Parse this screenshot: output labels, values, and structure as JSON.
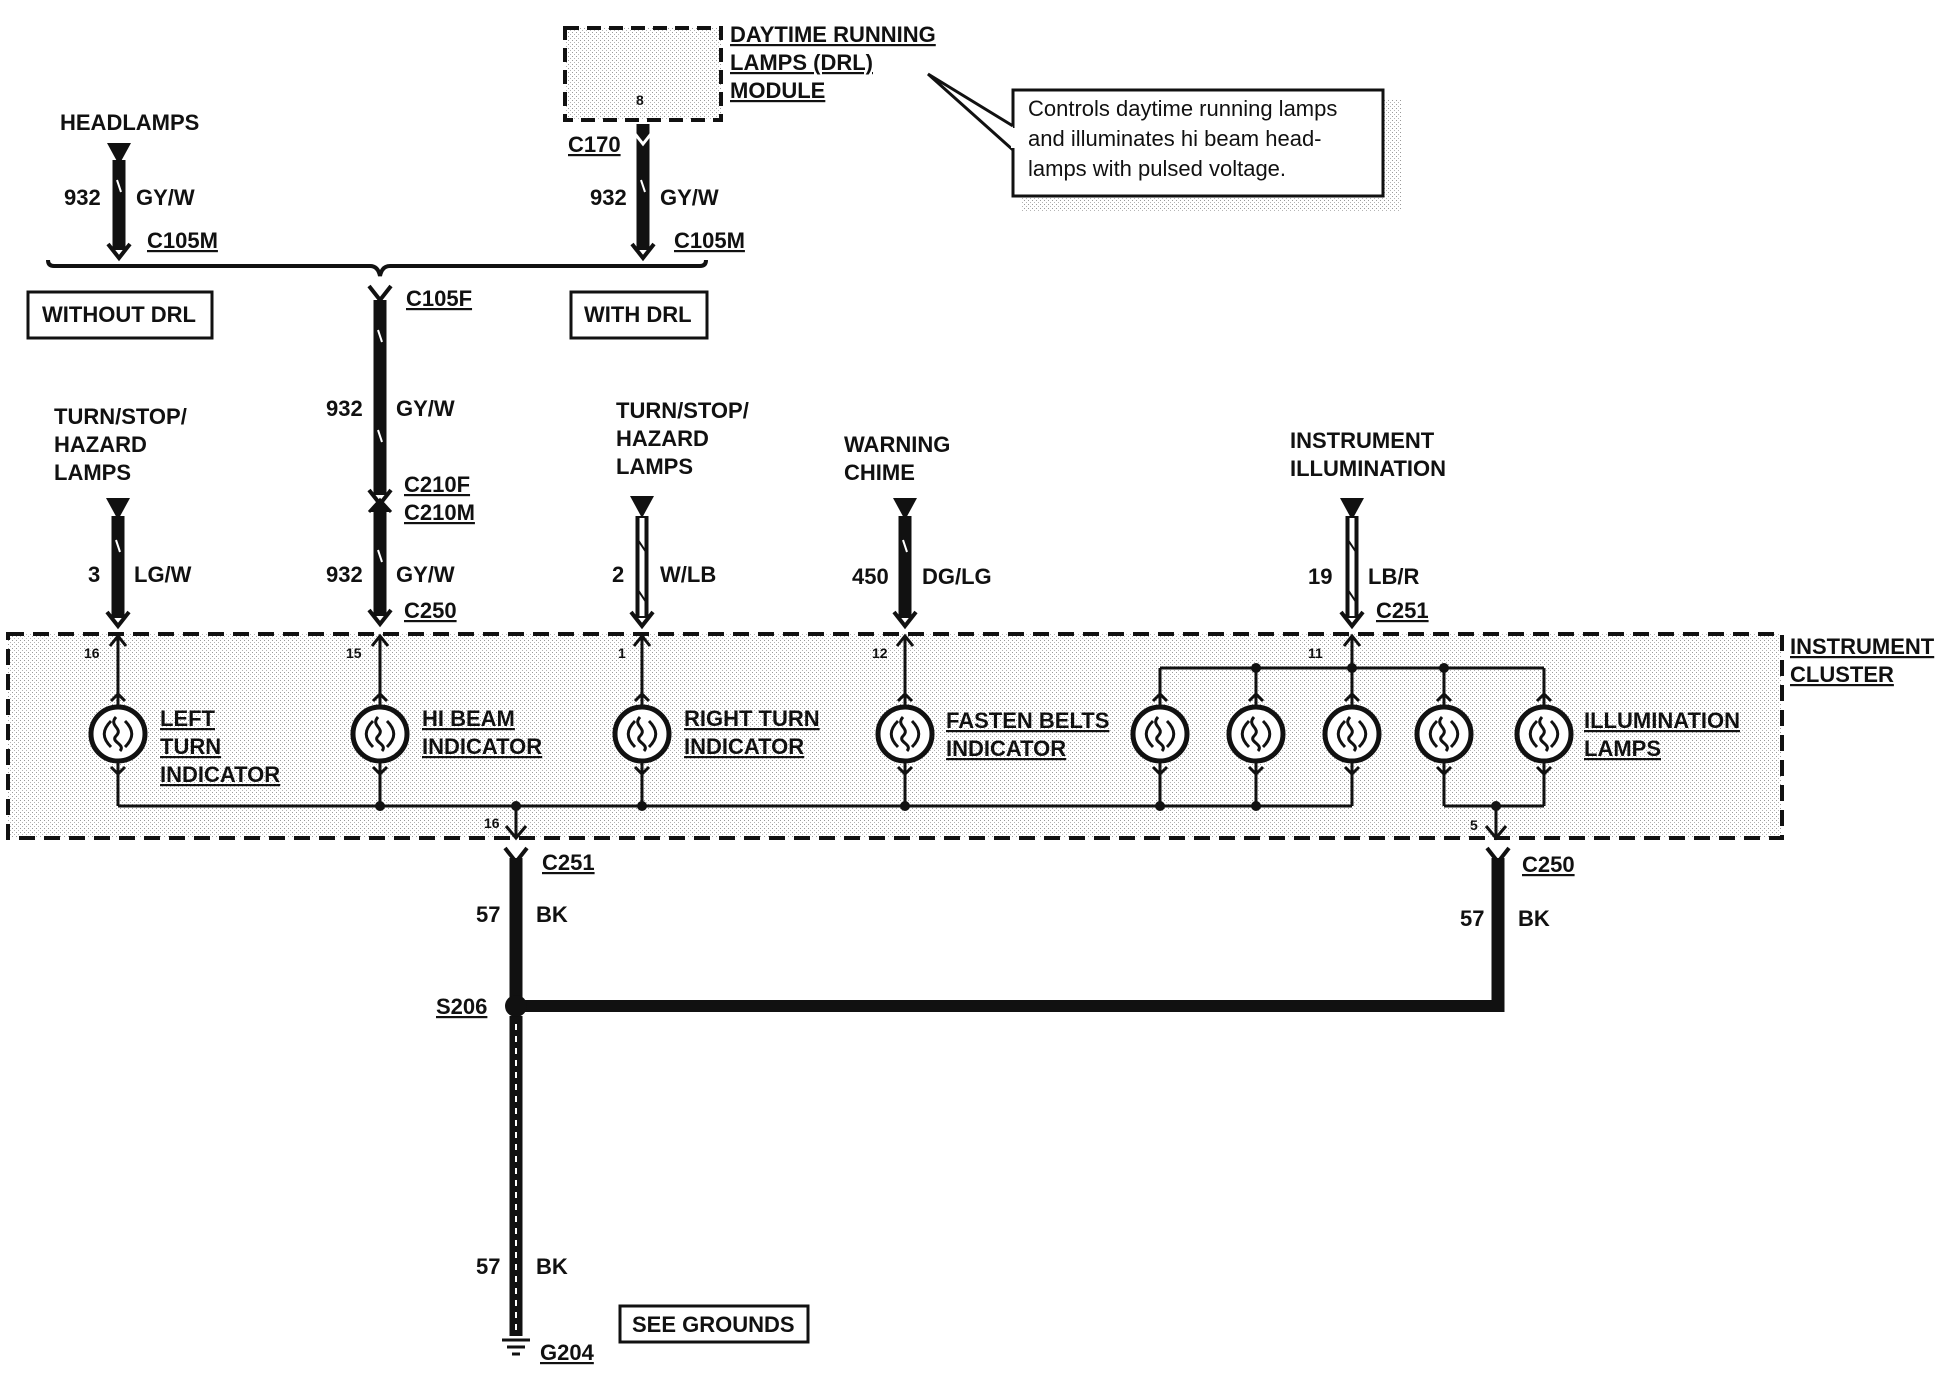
{
  "drl_module": {
    "title_lines": [
      "DAYTIME RUNNING",
      "LAMPS (DRL)",
      "MODULE"
    ],
    "pin": "8",
    "connector": "C170"
  },
  "callout_lines": [
    "Controls daytime running lamps",
    "and illuminates hi beam head-",
    "lamps with pulsed voltage."
  ],
  "headlamps_label": "HEADLAMPS",
  "wires": {
    "headlamps": {
      "circuit": "932",
      "color": "GY/W",
      "connector": "C105M"
    },
    "drl": {
      "circuit": "932",
      "color": "GY/W",
      "connector": "C105M"
    },
    "trunk": {
      "circuit": "932",
      "color": "GY/W",
      "connector_top": "C105F",
      "connector_mid_f": "C210F",
      "connector_mid_m": "C210M"
    },
    "left_turn": {
      "circuit": "3",
      "color": "LG/W"
    },
    "hi_beam": {
      "circuit": "932",
      "color": "GY/W",
      "connector": "C250"
    },
    "right_turn": {
      "circuit": "2",
      "color": "W/LB"
    },
    "chime": {
      "circuit": "450",
      "color": "DG/LG"
    },
    "illum": {
      "circuit": "19",
      "color": "LB/R",
      "connector": "C251"
    },
    "ground_left": {
      "circuit": "57",
      "color": "BK",
      "connector": "C251"
    },
    "ground_right": {
      "circuit": "57",
      "color": "BK",
      "connector": "C250"
    },
    "ground_bottom": {
      "circuit": "57",
      "color": "BK"
    }
  },
  "boxes": {
    "without_drl": "WITHOUT DRL",
    "with_drl": "WITH DRL",
    "see_grounds": "SEE GROUNDS"
  },
  "sources": {
    "turn_stop_left": [
      "TURN/STOP/",
      "HAZARD",
      "LAMPS"
    ],
    "turn_stop_right": [
      "TURN/STOP/",
      "HAZARD",
      "LAMPS"
    ],
    "warning_chime": [
      "WARNING",
      "CHIME"
    ],
    "instrument_illum": [
      "INSTRUMENT",
      "ILLUMINATION"
    ]
  },
  "cluster": {
    "title_lines": [
      "INSTRUMENT",
      "CLUSTER"
    ],
    "pins": {
      "left": "16",
      "hibeam": "15",
      "right": "1",
      "belts": "12",
      "illum": "11",
      "ground_left": "16",
      "ground_right": "5"
    },
    "left_turn": [
      "LEFT",
      "TURN",
      "INDICATOR"
    ],
    "hi_beam": [
      "HI BEAM",
      "INDICATOR"
    ],
    "right_turn": [
      "RIGHT TURN",
      "INDICATOR"
    ],
    "fasten_belts": [
      "FASTEN BELTS",
      "INDICATOR"
    ],
    "illum_lamps": [
      "ILLUMINATION",
      "LAMPS"
    ]
  },
  "splice": "S206",
  "ground": "G204"
}
